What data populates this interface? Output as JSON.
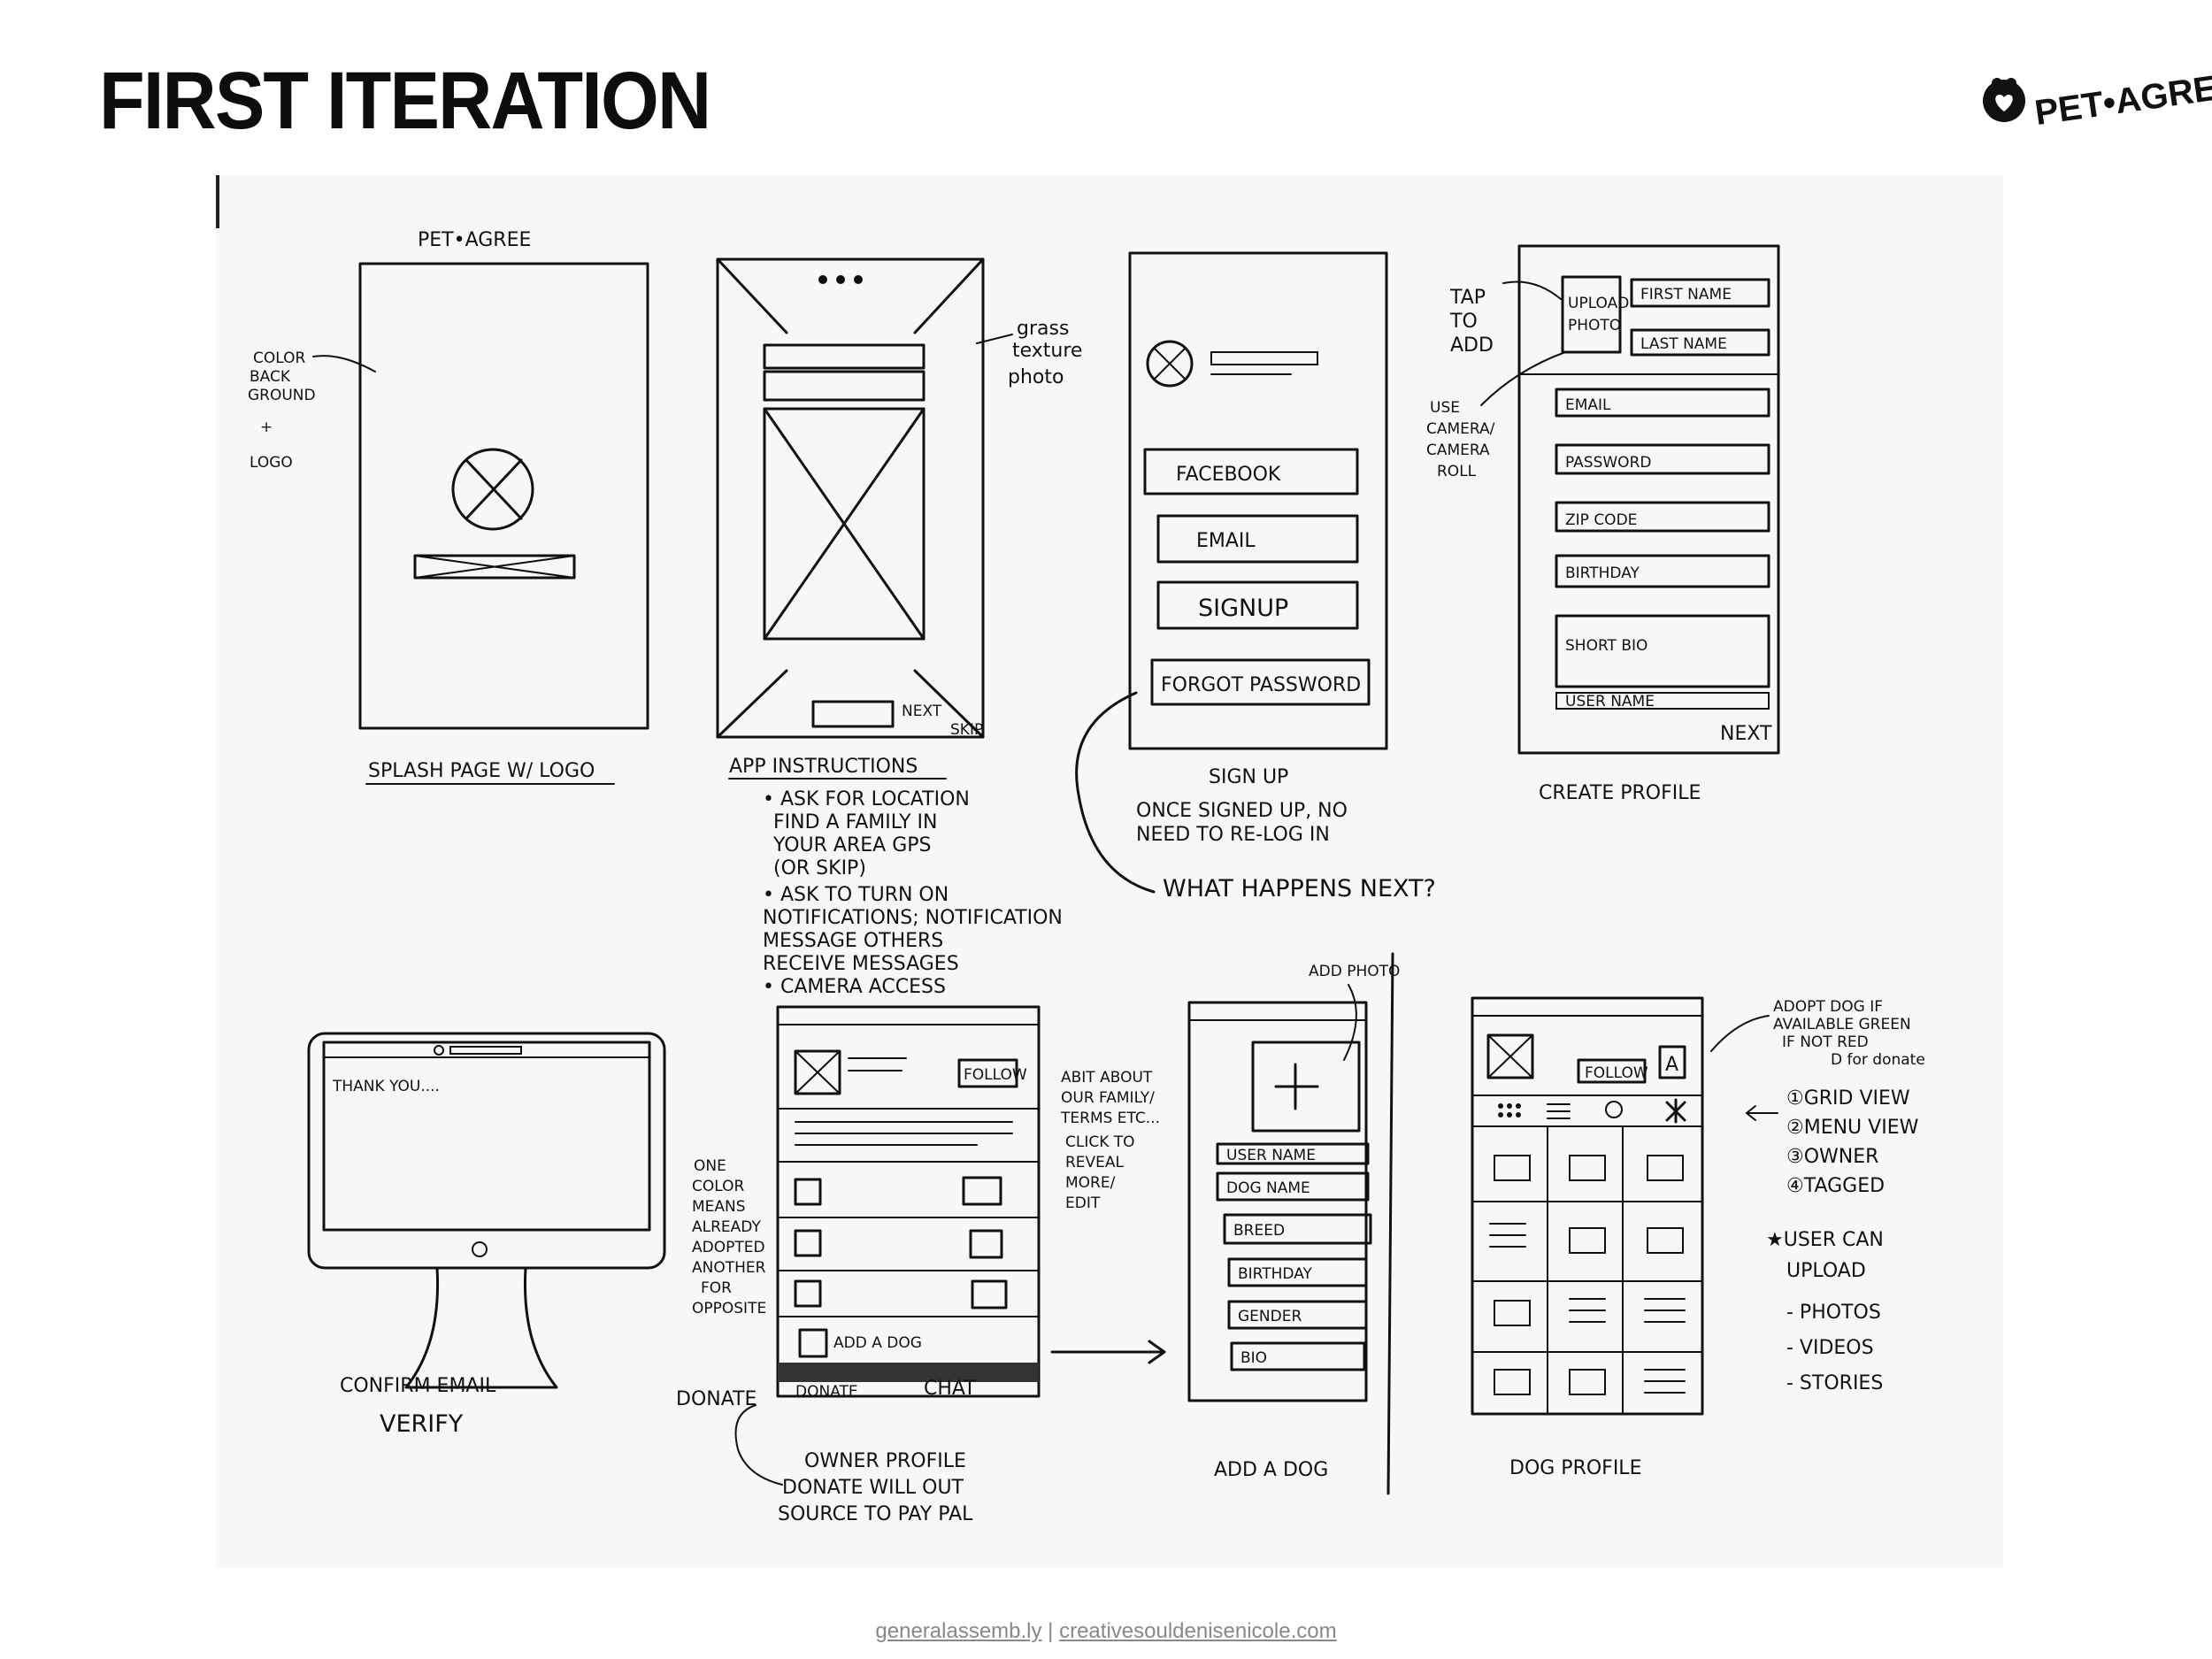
{
  "header": {
    "title": "FIRST ITERATION",
    "brand": "PET•AGREE"
  },
  "sketch": {
    "splash": {
      "top_label": "PET•AGREE",
      "note": [
        "COLOR",
        "BACK",
        "GROUND",
        "+",
        "LOGO"
      ],
      "caption": "SPLASH PAGE W/ LOGO"
    },
    "instructions": {
      "note": [
        "grass",
        "texture",
        "photo"
      ],
      "next": "NEXT",
      "skip": "SKIP",
      "caption": "APP INSTRUCTIONS",
      "bullets": [
        "• ASK FOR LOCATION",
        "FIND A FAMILY IN",
        "YOUR AREA GPS",
        "(OR SKIP)",
        "• ASK TO TURN ON",
        "NOTIFICATIONS; NOTIFICATION",
        "MESSAGE OTHERS",
        "RECEIVE MESSAGES",
        "• CAMERA ACCESS"
      ]
    },
    "signup": {
      "buttons": [
        "FACEBOOK",
        "EMAIL",
        "SIGNUP",
        "FORGOT PASSWORD"
      ],
      "caption": "SIGN UP",
      "notes": [
        "ONCE SIGNED UP, NO",
        "NEED TO RE-LOG IN",
        "WHAT HAPPENS NEXT?"
      ]
    },
    "create_profile": {
      "side_note": [
        "TAP",
        "TO",
        "ADD"
      ],
      "side_note2": [
        "USE",
        "CAMERA/",
        "CAMERA",
        "ROLL"
      ],
      "upload": [
        "UPLOAD",
        "PHOTO"
      ],
      "fields": [
        "FIRST NAME",
        "LAST NAME",
        "EMAIL",
        "PASSWORD",
        "ZIP CODE",
        "BIRTHDAY",
        "SHORT BIO",
        "USER NAME"
      ],
      "next": "NEXT",
      "caption": "CREATE PROFILE"
    },
    "confirm": {
      "screen_text": "THANK YOU....",
      "caption1": "CONFIRM EMAIL",
      "caption2": "VERIFY"
    },
    "owner_profile": {
      "follow": "FOLLOW",
      "add_dog": "ADD A DOG",
      "tabs": [
        "DONATE",
        "CHAT"
      ],
      "donate_note": "DONATE",
      "caption": "OWNER PROFILE",
      "right_notes": [
        "ABIT ABOUT",
        "OUR FAMILY/",
        "TERMS ETC...",
        "CLICK TO",
        "REVEAL",
        "MORE/",
        "EDIT"
      ],
      "left_notes": [
        "ONE",
        "COLOR",
        "MEANS",
        "ALREADY",
        "ADOPTED",
        "ANOTHER",
        "FOR",
        "OPPOSITE"
      ],
      "bottom_notes": [
        "DONATE WILL OUT",
        "SOURCE TO PAY PAL"
      ]
    },
    "add_dog": {
      "add_photo": "ADD PHOTO",
      "fields": [
        "USER NAME",
        "DOG NAME",
        "BREED",
        "BIRTHDAY",
        "GENDER",
        "BIO"
      ],
      "caption": "ADD A DOG"
    },
    "dog_profile": {
      "follow": "FOLLOW",
      "badge": "A",
      "caption": "DOG PROFILE",
      "notes": [
        "ADOPT DOG IF",
        "AVAILABLE GREEN",
        "IF NOT RED",
        "D for donate"
      ],
      "views": [
        "①GRID VIEW",
        "②MENU VIEW",
        "③OWNER",
        "④TAGGED"
      ],
      "upload_notes": [
        "★USER CAN",
        "UPLOAD",
        "- PHOTOS",
        "- VIDEOS",
        "- STORIES"
      ]
    }
  },
  "footer": {
    "link1": "generalassemb.ly",
    "separator": " | ",
    "link2": "creativesouldenisenicole.com"
  }
}
